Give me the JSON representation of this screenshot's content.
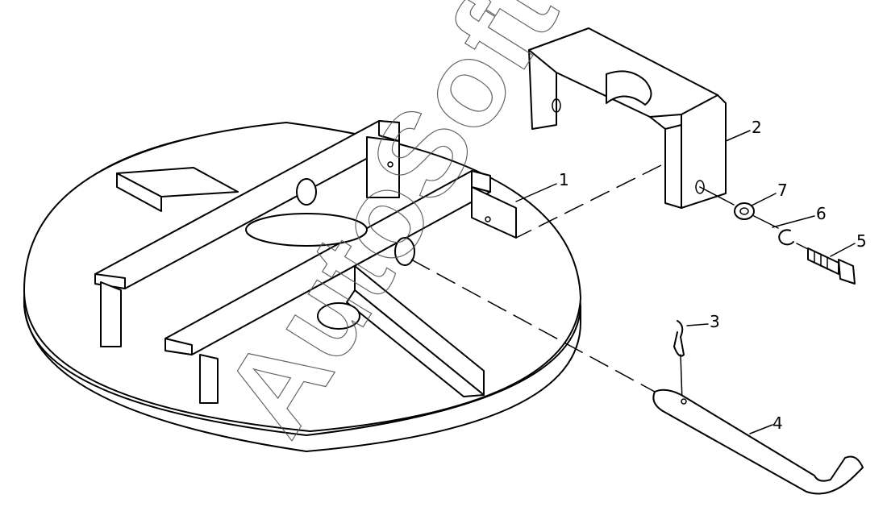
{
  "diagram": {
    "parts": [
      {
        "id": "part-1",
        "label": "1"
      },
      {
        "id": "part-2",
        "label": "2"
      },
      {
        "id": "part-3",
        "label": "3"
      },
      {
        "id": "part-4",
        "label": "4"
      },
      {
        "id": "part-5",
        "label": "5"
      },
      {
        "id": "part-6",
        "label": "6"
      },
      {
        "id": "part-7",
        "label": "7"
      }
    ],
    "watermark": "AutoSoft",
    "colors": {
      "ink": "#000000",
      "background": "#ffffff",
      "watermark": "#555555"
    }
  }
}
